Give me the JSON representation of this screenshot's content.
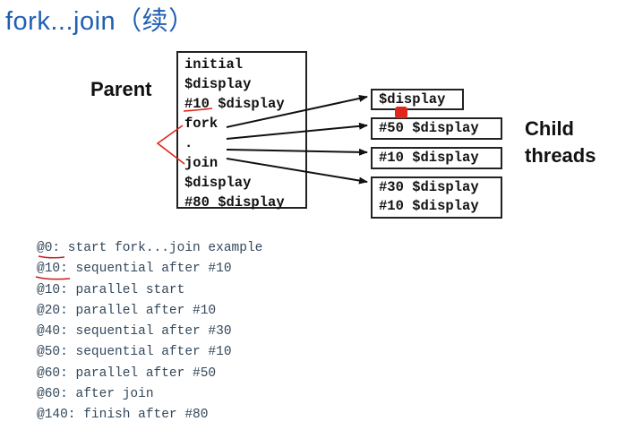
{
  "title": "fork...join（续）",
  "parent_label": "Parent",
  "child_label_line1": "Child",
  "child_label_line2": "threads",
  "parent_code": [
    "initial",
    "$display",
    "#10 $display",
    "fork",
    ".",
    "join",
    "$display",
    "#80 $display"
  ],
  "child_threads": [
    {
      "lines": [
        "$display"
      ]
    },
    {
      "lines": [
        "#50 $display"
      ]
    },
    {
      "lines": [
        "#10 $display"
      ]
    },
    {
      "lines": [
        "#30 $display",
        "#10 $display"
      ]
    }
  ],
  "log": [
    "@0: start fork...join example",
    "@10: sequential after #10",
    "@10: parallel start",
    "@20: parallel after #10",
    "@40: sequential after #30",
    "@50: sequential after #10",
    "@60: parallel after #50",
    "@60: after join",
    "@140: finish after #80"
  ],
  "colors": {
    "title": "#1f5fb4",
    "annotation_red": "#e0261c",
    "log_text": "#33485c"
  }
}
